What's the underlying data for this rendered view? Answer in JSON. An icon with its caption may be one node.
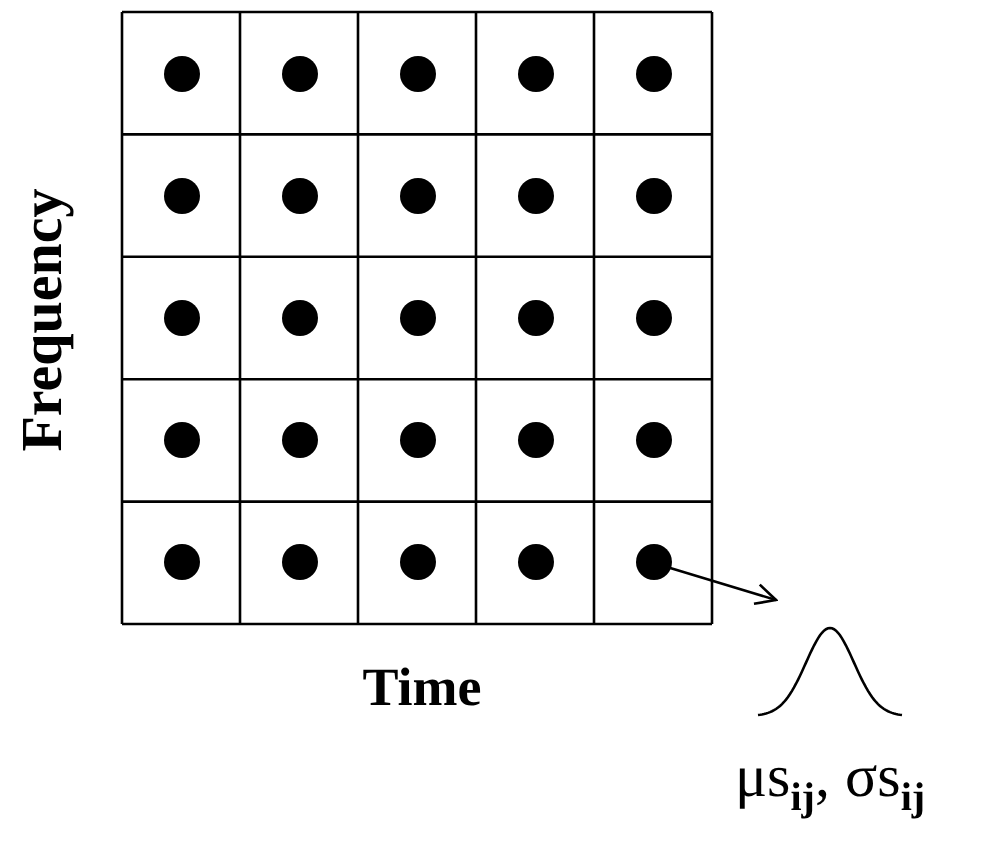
{
  "diagram": {
    "nodes": [
      {
        "text": [],
        "shape": "circle"
      },
      {
        "text": [],
        "shape": "circle"
      },
      {
        "text": [],
        "shape": "circle"
      },
      {
        "text": [],
        "shape": "circle"
      },
      {
        "text": [],
        "shape": "circle"
      },
      {
        "text": [],
        "shape": "circle"
      },
      {
        "text": [],
        "shape": "circle"
      },
      {
        "text": [],
        "shape": "circle"
      },
      {
        "text": [],
        "shape": "circle"
      },
      {
        "text": [],
        "shape": "circle"
      },
      {
        "text": [],
        "shape": "circle"
      },
      {
        "text": [],
        "shape": "circle"
      },
      {
        "text": [],
        "shape": "circle"
      },
      {
        "text": [],
        "shape": "circle"
      },
      {
        "text": [],
        "shape": "circle"
      },
      {
        "text": [],
        "shape": "circle"
      },
      {
        "text": [],
        "shape": "circle"
      },
      {
        "text": [],
        "shape": "circle"
      },
      {
        "text": [],
        "shape": "circle"
      },
      {
        "text": [],
        "shape": "circle"
      },
      {
        "text": [],
        "shape": "circle"
      },
      {
        "text": [],
        "shape": "circle"
      },
      {
        "text": [],
        "shape": "circle"
      },
      {
        "text": [],
        "shape": "circle"
      },
      {
        "text": [],
        "shape": "circle"
      },
      {
        "text": [],
        "shape": "curve",
        "beside": [
          "μs$_{ij}$, σs$_{ij}$"
        ]
      }
    ],
    "edges": [
      {
        "from": 24,
        "to": 25,
        "arrow": "to"
      }
    ],
    "labels": [
      "Frequency",
      "Time"
    ]
  }
}
